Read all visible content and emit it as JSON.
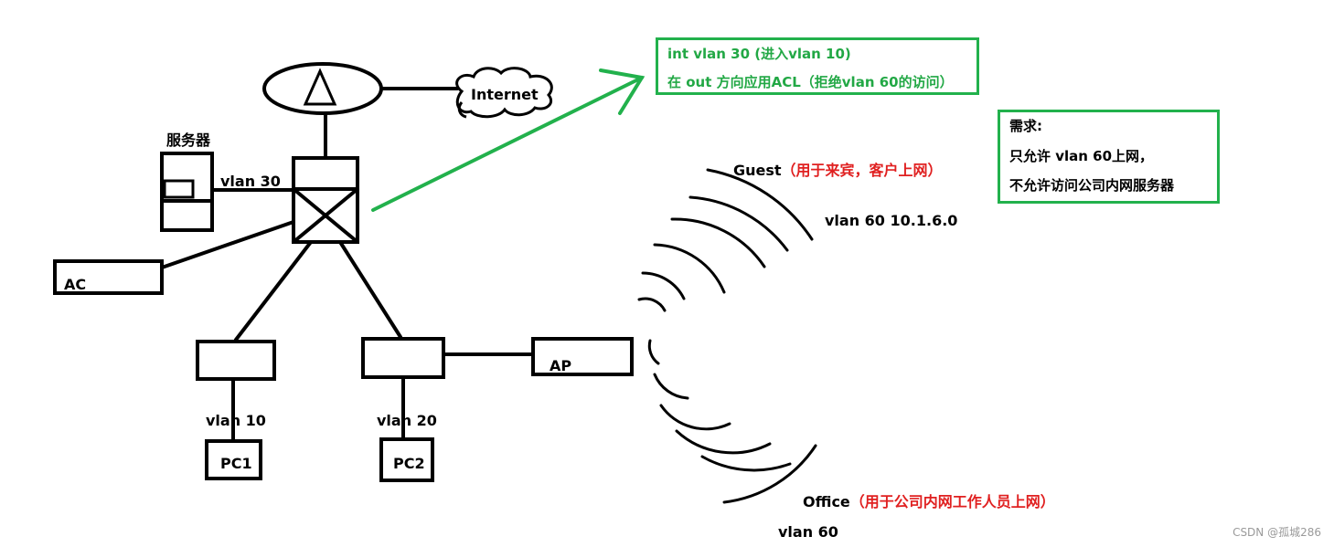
{
  "labels": {
    "internet": "Internet",
    "server": "服务器",
    "vlan30": "vlan 30",
    "ac": "AC",
    "ap": "AP",
    "vlan10": "vlan 10",
    "vlan20": "vlan 20",
    "pc1": "PC1",
    "pc2": "PC2",
    "guest_name": "Guest",
    "guest_note": "（用于来宾，客户上网）",
    "guest_vlan": "vlan 60  10.1.6.0",
    "office_name": "Office",
    "office_note": "（用于公司内网工作人员上网）",
    "office_vlan": "vlan 60"
  },
  "config_box": {
    "line1": "int vlan 30 (进入vlan 10)",
    "line2": "在 out 方向应用ACL（拒绝vlan 60的访问）"
  },
  "requirement_box": {
    "title": "需求:",
    "line1": "只允许 vlan 60上网，",
    "line2": "不允许访问公司内网服务器"
  },
  "watermark": "CSDN @孤城286",
  "colors": {
    "green": "#22b14c",
    "red": "#e02020"
  }
}
